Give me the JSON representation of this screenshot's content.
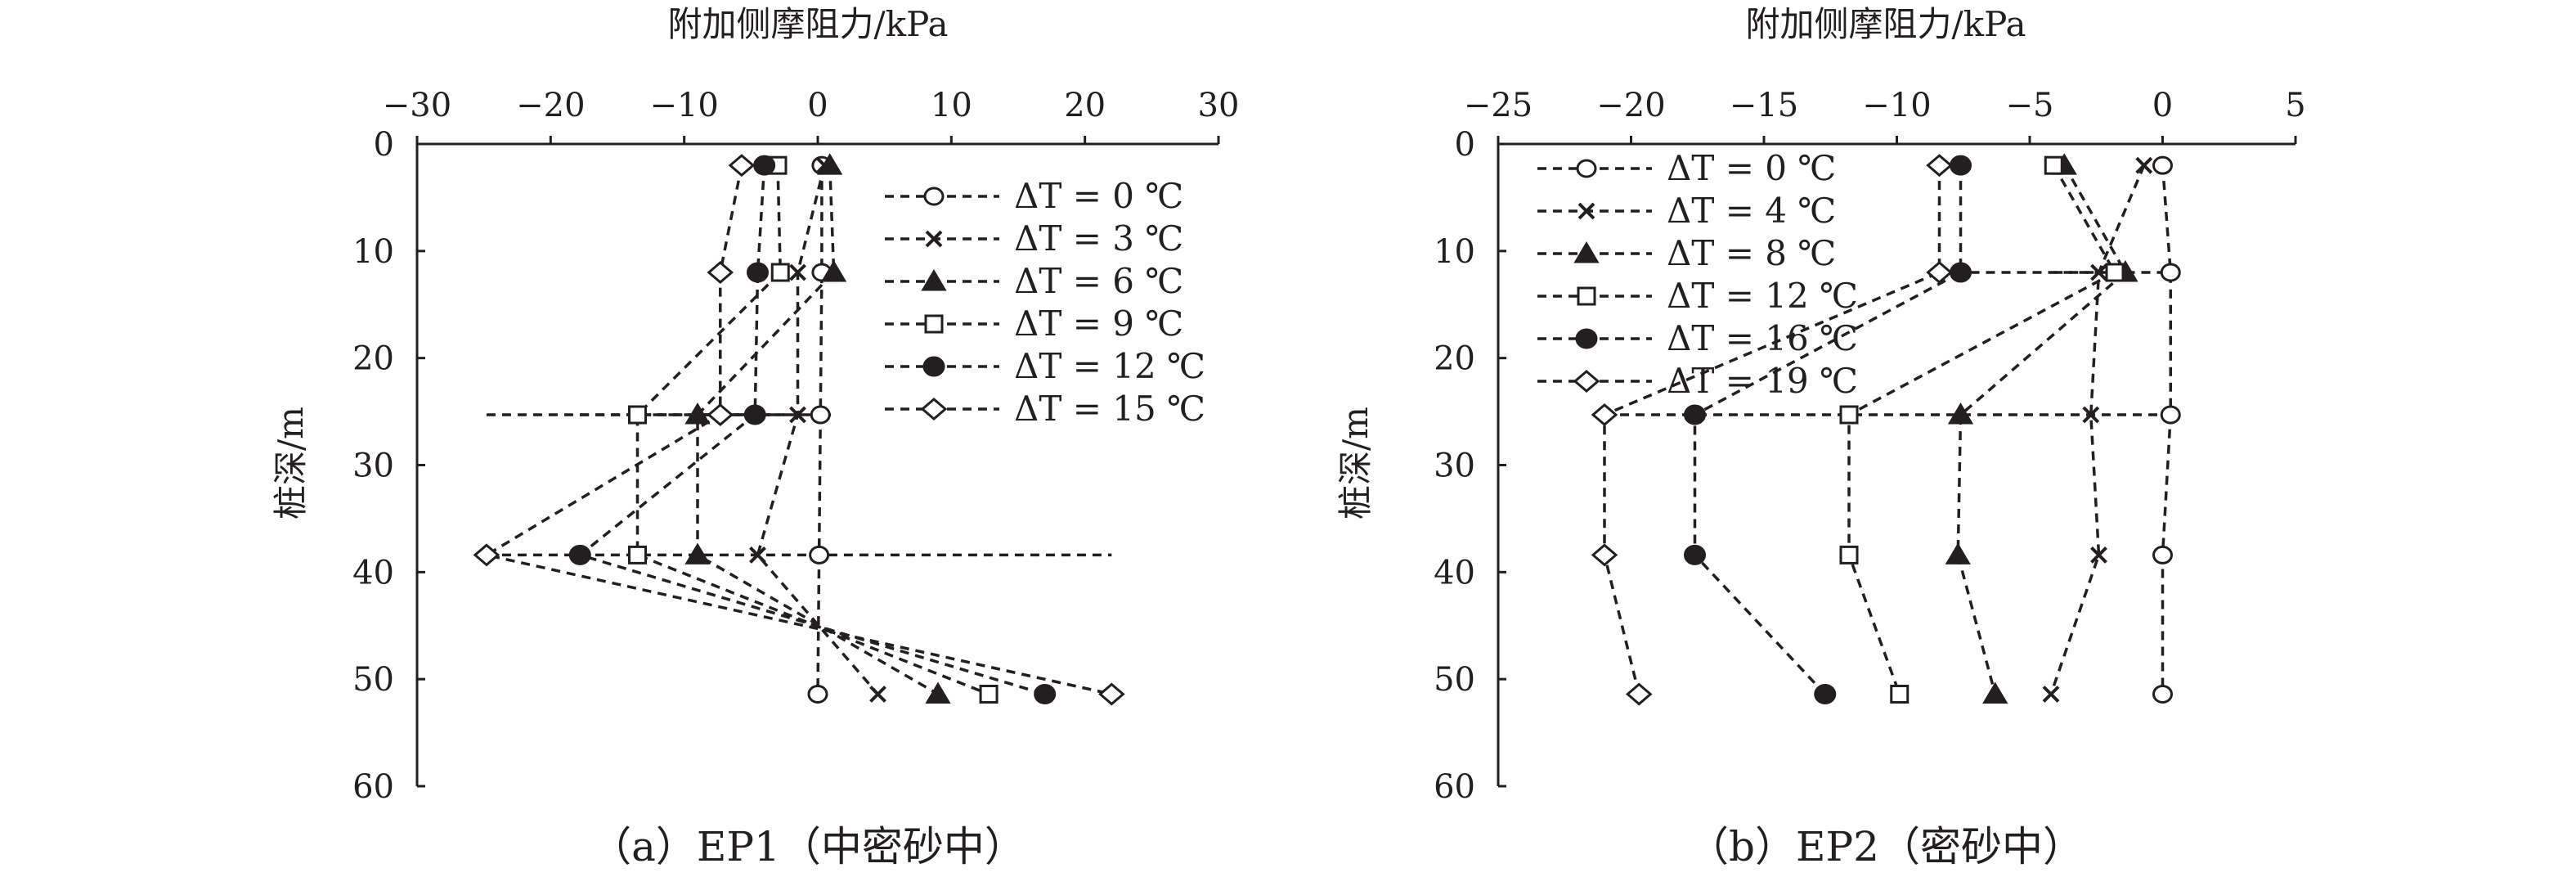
{
  "chart_data": [
    {
      "type": "line",
      "panel_id": "a",
      "caption": "（a）EP1（中密砂中）",
      "xlabel": "附加侧摩阻力/kPa",
      "ylabel": "桩深/m",
      "xlim": [
        -30,
        30
      ],
      "ylim": [
        0,
        60
      ],
      "y_inverted": true,
      "xticks": [
        -30,
        -20,
        -10,
        0,
        10,
        20,
        30
      ],
      "xtick_labels": [
        "−30",
        "−20",
        "−10",
        "0",
        "10",
        "20",
        "30"
      ],
      "yticks": [
        0,
        10,
        20,
        30,
        40,
        50,
        60
      ],
      "ytick_labels": [
        "0",
        "10",
        "20",
        "30",
        "40",
        "50",
        "60"
      ],
      "x_axis_position": "top",
      "legend_position": "top-right",
      "series": [
        {
          "name": "ΔT = 0 ℃",
          "marker": "circle-open",
          "points": [
            [
              0.3,
              2
            ],
            [
              0.3,
              12
            ],
            [
              0.2,
              25.3
            ],
            [
              0.1,
              38.4
            ],
            [
              0,
              51.4
            ]
          ]
        },
        {
          "name": "ΔT = 3 ℃",
          "marker": "x",
          "points": [
            [
              0.5,
              2
            ],
            [
              -1.5,
              12
            ],
            [
              -1.5,
              25.3
            ],
            [
              -4.5,
              38.4
            ],
            [
              4.5,
              51.4
            ]
          ]
        },
        {
          "name": "ΔT = 6 ℃",
          "marker": "triangle-filled",
          "points": [
            [
              0.9,
              2
            ],
            [
              1.2,
              12
            ],
            [
              -9,
              25.3
            ],
            [
              -9,
              38.4
            ],
            [
              9,
              51.4
            ]
          ]
        },
        {
          "name": "ΔT = 9 ℃",
          "marker": "square-open",
          "points": [
            [
              -3,
              2
            ],
            [
              -2.8,
              12
            ],
            [
              -13.5,
              25.3
            ],
            [
              -13.5,
              38.4
            ],
            [
              12.8,
              51.4
            ]
          ]
        },
        {
          "name": "ΔT = 12 ℃",
          "marker": "circle-filled",
          "points": [
            [
              -4,
              2
            ],
            [
              -4.5,
              12
            ],
            [
              -4.7,
              25.3
            ],
            [
              -17.8,
              38.4
            ],
            [
              17,
              51.4
            ]
          ]
        },
        {
          "name": "ΔT = 15 ℃",
          "marker": "diamond-open",
          "points": [
            [
              -5.7,
              2
            ],
            [
              -7.3,
              12
            ],
            [
              -7.3,
              25.3
            ],
            [
              -24.8,
              38.4
            ],
            [
              22,
              51.4
            ]
          ]
        }
      ],
      "horizontal_segments": [
        {
          "marker": "diamond-open",
          "y": 25.3,
          "from": -24.8,
          "to": -7.3
        },
        {
          "marker": "diamond-open",
          "y": 38.4,
          "from": -24.8,
          "to": 22
        },
        {
          "marker": "circle-filled",
          "y": 25.3,
          "from": -17.8,
          "to": -4.7
        },
        {
          "marker": "square-open",
          "y": 25.3,
          "from": -13.5,
          "to": -2.8
        },
        {
          "marker": "triangle-filled",
          "y": 25.3,
          "from": -9,
          "to": 1.2
        },
        {
          "marker": "circle-open",
          "y": 25.3,
          "from": -7.3,
          "to": 0.2
        }
      ]
    },
    {
      "type": "line",
      "panel_id": "b",
      "caption": "（b）EP2（密砂中）",
      "xlabel": "附加侧摩阻力/kPa",
      "ylabel": "桩深/m",
      "xlim": [
        -25,
        5
      ],
      "ylim": [
        0,
        60
      ],
      "y_inverted": true,
      "xticks": [
        -25,
        -20,
        -15,
        -10,
        -5,
        0,
        5
      ],
      "xtick_labels": [
        "−25",
        "−20",
        "−15",
        "−10",
        "−5",
        "0",
        "5"
      ],
      "yticks": [
        0,
        10,
        20,
        30,
        40,
        50,
        60
      ],
      "ytick_labels": [
        "0",
        "10",
        "20",
        "30",
        "40",
        "50",
        "60"
      ],
      "x_axis_position": "top",
      "legend_position": "top-left",
      "series": [
        {
          "name": "ΔT = 0 ℃",
          "marker": "circle-open",
          "points": [
            [
              0,
              2
            ],
            [
              0.3,
              12
            ],
            [
              0.3,
              25.3
            ],
            [
              0,
              38.4
            ],
            [
              0,
              51.4
            ]
          ]
        },
        {
          "name": "ΔT = 4 ℃",
          "marker": "x",
          "points": [
            [
              -0.7,
              2
            ],
            [
              -2.4,
              12
            ],
            [
              -2.7,
              25.3
            ],
            [
              -2.4,
              38.4
            ],
            [
              -4.2,
              51.4
            ]
          ]
        },
        {
          "name": "ΔT = 8 ℃",
          "marker": "triangle-filled",
          "points": [
            [
              -3.7,
              2
            ],
            [
              -1.4,
              12
            ],
            [
              -7.6,
              25.3
            ],
            [
              -7.7,
              38.4
            ],
            [
              -6.3,
              51.4
            ]
          ]
        },
        {
          "name": "ΔT = 12 ℃",
          "marker": "square-open",
          "points": [
            [
              -4.1,
              2
            ],
            [
              -1.8,
              12
            ],
            [
              -11.8,
              25.3
            ],
            [
              -11.8,
              38.4
            ],
            [
              -9.9,
              51.4
            ]
          ]
        },
        {
          "name": "ΔT = 16 ℃",
          "marker": "circle-filled",
          "points": [
            [
              -7.6,
              2
            ],
            [
              -7.6,
              12
            ],
            [
              -17.6,
              25.3
            ],
            [
              -17.6,
              38.4
            ],
            [
              -12.7,
              51.4
            ]
          ]
        },
        {
          "name": "ΔT = 19 ℃",
          "marker": "diamond-open",
          "points": [
            [
              -8.4,
              2
            ],
            [
              -8.4,
              12
            ],
            [
              -21,
              25.3
            ],
            [
              -21,
              38.4
            ],
            [
              -19.7,
              51.4
            ]
          ]
        }
      ],
      "horizontal_segments": [
        {
          "marker": "diamond-open",
          "y": 25.3,
          "from": -21,
          "to": 0.3
        },
        {
          "marker": "circle-filled",
          "y": 12,
          "from": -8.4,
          "to": 0.3
        },
        {
          "marker": "square-open",
          "y": 12,
          "from": -4.1,
          "to": -1.8
        }
      ]
    }
  ]
}
